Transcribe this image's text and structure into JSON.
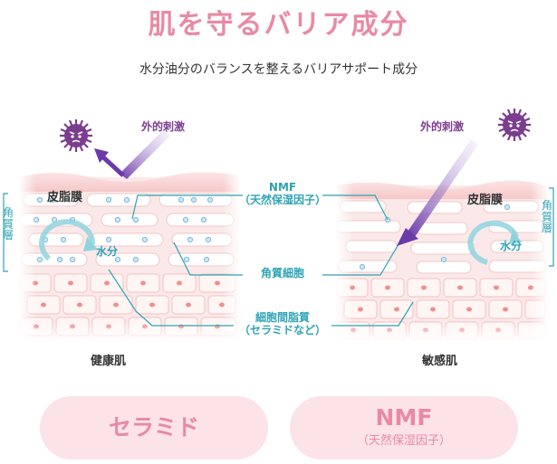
{
  "title": "肌を守るバリア成分",
  "subtitle": "水分油分のバランスを整えるバリアサポート成分",
  "left_skin": {
    "external_stimulus": "外的刺激",
    "sebum_film": "皮脂膜",
    "moisture": "水分",
    "caption": "健康肌"
  },
  "right_skin": {
    "external_stimulus": "外的刺激",
    "sebum_film": "皮脂膜",
    "moisture": "水分",
    "caption": "敏感肌"
  },
  "horny_layer_label": [
    "角",
    "質",
    "層"
  ],
  "center_labels": {
    "nmf_title": "NMF",
    "nmf_sub": "（天然保湿因子）",
    "corneocyte": "角質細胞",
    "intercellular_lipid": "細胞間脂質",
    "intercellular_sub": "（セラミドなど）"
  },
  "pills": {
    "ceramide": "セラミド",
    "nmf_title": "NMF",
    "nmf_sub": "（天然保湿因子）"
  },
  "colors": {
    "title_pink": "#e88aa4",
    "teal": "#2ea3b5",
    "virus_purple": "#7b3e8e",
    "skin_pink": "#f8d4d4",
    "pill_bg": "#fbe3e8"
  },
  "icons": [
    "virus-icon",
    "arrow-icon",
    "moisture-cycle-icon",
    "bracket-icon"
  ]
}
